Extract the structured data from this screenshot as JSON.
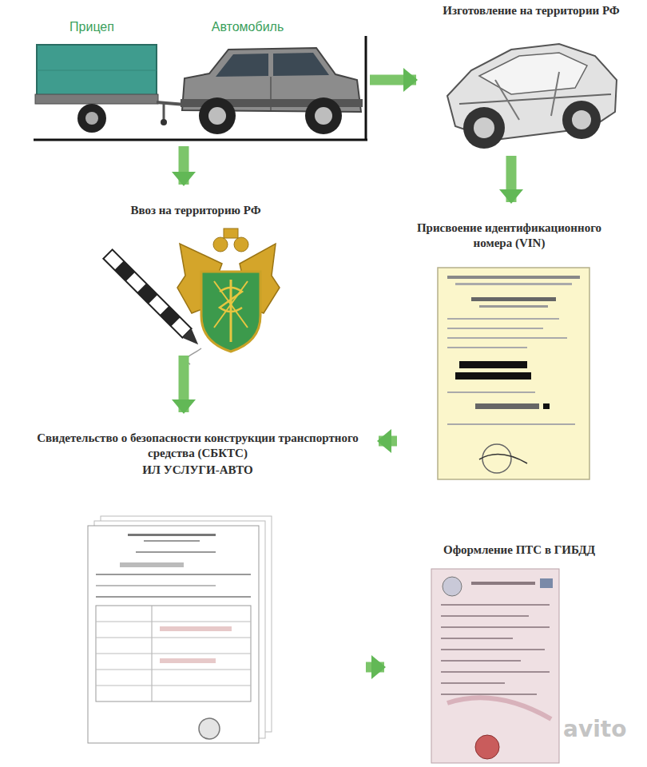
{
  "diagram": {
    "nodes": [
      {
        "text": [
          "Прицеп",
          "Автомобиль"
        ]
      },
      {
        "text": [
          "Изготовление на территории РФ"
        ]
      },
      {
        "text": [
          "Ввоз на территорию РФ"
        ]
      },
      {
        "text": [
          "Присвоение идентификационного номера (VIN)"
        ]
      },
      {
        "text": [
          "Свидетельство о безопасности конструкции транспортного средства (СБКТС)",
          "ИЛ УСЛУГИ-АВТО"
        ]
      },
      {
        "text": [
          "Оформление ПТС в ГИБДД"
        ]
      }
    ],
    "edges": [
      {
        "from": 0,
        "to": 1,
        "arrow": "to"
      },
      {
        "from": 0,
        "to": 2,
        "arrow": "to"
      },
      {
        "from": 1,
        "to": 3,
        "arrow": "to"
      },
      {
        "from": 2,
        "to": 4,
        "arrow": "to"
      },
      {
        "from": 3,
        "to": 4,
        "arrow": "to"
      },
      {
        "from": 4,
        "to": 5,
        "arrow": "to"
      }
    ],
    "labels": [
      "avito"
    ]
  }
}
